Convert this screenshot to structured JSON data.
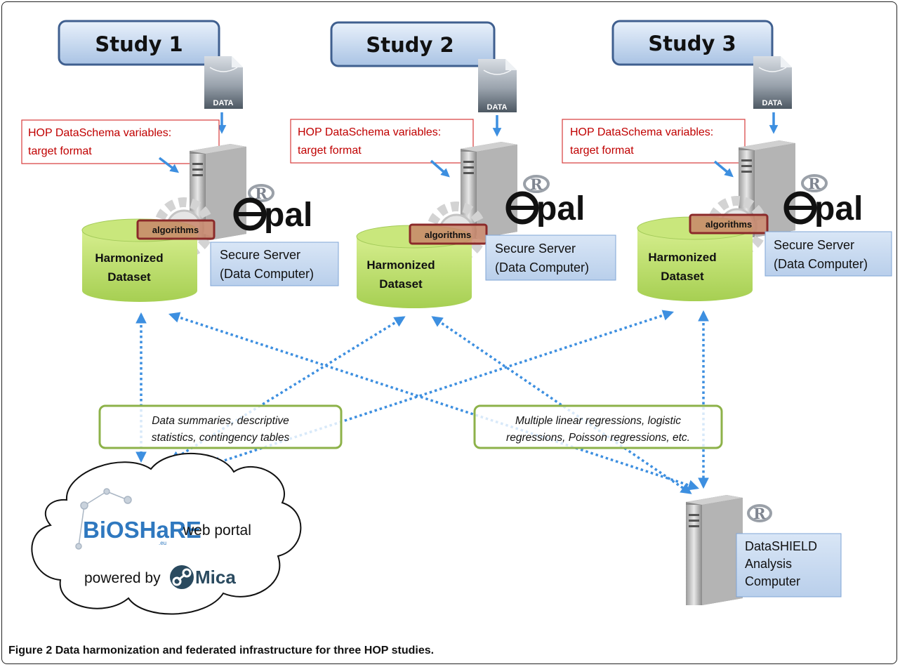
{
  "studies": [
    {
      "title": "Study 1",
      "data_label": "DATA",
      "schema_line1": "HOP DataSchema variables:",
      "schema_line2": "target format",
      "algorithms_label": "algorithms",
      "dataset_line1": "Harmonized",
      "dataset_line2": "Dataset",
      "server_line1": "Secure Server",
      "server_line2": "(Data Computer)",
      "opal_label": "pal",
      "r_label": "R"
    },
    {
      "title": "Study 2",
      "data_label": "DATA",
      "schema_line1": "HOP DataSchema variables:",
      "schema_line2": "target format",
      "algorithms_label": "algorithms",
      "dataset_line1": "Harmonized",
      "dataset_line2": "Dataset",
      "server_line1": "Secure Server",
      "server_line2": "(Data Computer)",
      "opal_label": "pal",
      "r_label": "R"
    },
    {
      "title": "Study 3",
      "data_label": "DATA",
      "schema_line1": "HOP DataSchema variables:",
      "schema_line2": "target format",
      "algorithms_label": "algorithms",
      "dataset_line1": "Harmonized",
      "dataset_line2": "Dataset",
      "server_line1": "Secure Server",
      "server_line2": "(Data Computer)",
      "opal_label": "pal",
      "r_label": "R"
    }
  ],
  "summaries_box": {
    "line1": "Data summaries, descriptive",
    "line2": "statistics, contingency tables"
  },
  "regressions_box": {
    "line1": "Multiple linear regressions, logistic",
    "line2": "regressions, Poisson regressions, etc."
  },
  "portal": {
    "logo_main": "BiOSHaRE",
    "logo_suffix": ".eu",
    "web_portal": "web portal",
    "powered_by": "powered by",
    "mica": "Mica"
  },
  "analysis": {
    "line1": "DataSHIELD",
    "line2": "Analysis",
    "line3": "Computer",
    "r_label": "R"
  },
  "caption": {
    "label": "Figure 2",
    "text": "Data harmonization and federated infrastructure for three HOP studies."
  },
  "colors": {
    "study_box": "#c5d9f1",
    "study_border": "#3f5f8f",
    "server_box": "#c6d9f1",
    "cylinder": "#b8dc6a",
    "green_border": "#8db249",
    "red_text": "#c00000",
    "arrow": "#3d8fe0",
    "algo_fill": "#c8866a",
    "algo_border": "#8b2a2a"
  }
}
